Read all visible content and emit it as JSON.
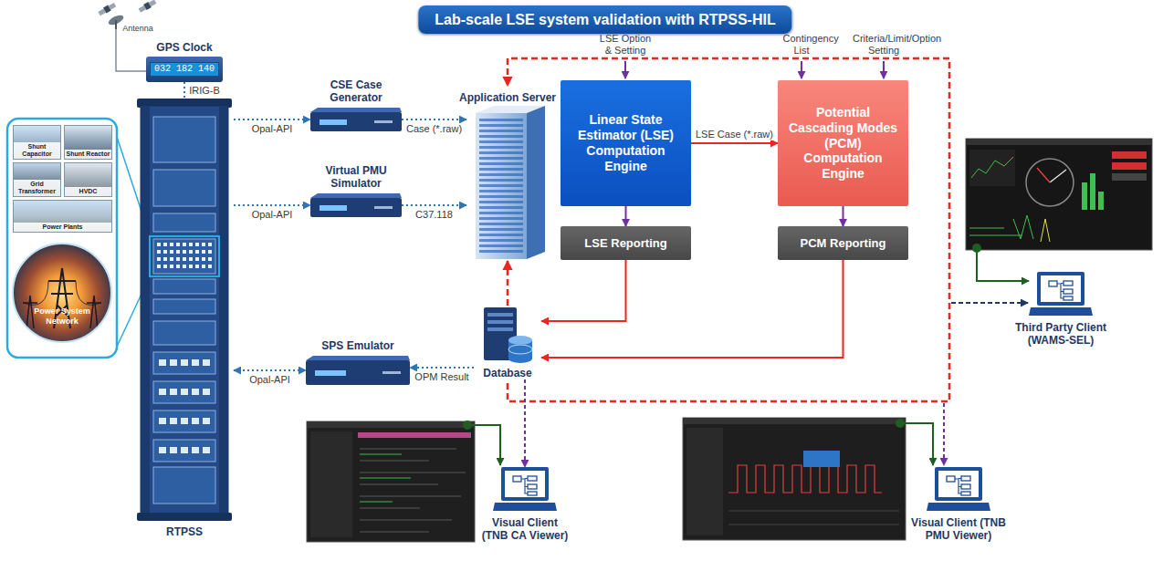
{
  "diagram": {
    "title": "Lab-scale LSE system validation with RTPSS-HIL",
    "nodes": [
      {
        "text": [
          "GPS Clock",
          "032 182 140"
        ]
      },
      {
        "text": [
          "RTPSS"
        ]
      },
      {
        "text": [
          "Shunt Capacitor"
        ]
      },
      {
        "text": [
          "Shunt Reactor"
        ]
      },
      {
        "text": [
          "Grid Transformer"
        ]
      },
      {
        "text": [
          "HVDC"
        ]
      },
      {
        "text": [
          "Power Plants"
        ]
      },
      {
        "text": [
          "Power System Network"
        ]
      },
      {
        "text": [
          "CSE Case Generator"
        ]
      },
      {
        "text": [
          "Virtual PMU Simulator"
        ]
      },
      {
        "text": [
          "SPS Emulator"
        ]
      },
      {
        "text": [
          "Application Server"
        ]
      },
      {
        "text": [
          "Linear State Estimator (LSE) Computation Engine"
        ]
      },
      {
        "text": [
          "LSE Reporting"
        ]
      },
      {
        "text": [
          "Potential Cascading Modes (PCM) Computation Engine"
        ]
      },
      {
        "text": [
          "PCM Reporting"
        ]
      },
      {
        "text": [
          "Database"
        ]
      },
      {
        "text": [
          "Third Party Client (WAMS-SEL)"
        ]
      },
      {
        "text": [
          "Visual Client (TNB CA Viewer)"
        ]
      },
      {
        "text": [
          "Visual Client (TNB PMU Viewer)"
        ]
      }
    ],
    "edges": [
      {
        "from": 0,
        "to": 1,
        "label": "IRIG-B",
        "arrow": "none"
      },
      {
        "from": 1,
        "to": 8,
        "label": "Opal-API",
        "arrow": "to"
      },
      {
        "from": 8,
        "to": 11,
        "label": "Case (*.raw)",
        "arrow": "to"
      },
      {
        "from": 1,
        "to": 9,
        "label": "Opal-API",
        "arrow": "to"
      },
      {
        "from": 9,
        "to": 11,
        "label": "C37.118",
        "arrow": "to"
      },
      {
        "from": 1,
        "to": 10,
        "label": "Opal-API",
        "arrow": "both"
      },
      {
        "from": 16,
        "to": 10,
        "label": "OPM Result",
        "arrow": "to"
      },
      {
        "from": 12,
        "to": 14,
        "label": "LSE Case (*.raw)",
        "arrow": "to"
      },
      {
        "from": 12,
        "to": 13,
        "arrow": "to"
      },
      {
        "from": 14,
        "to": 15,
        "arrow": "to"
      },
      {
        "from": 13,
        "to": 16,
        "arrow": "to"
      },
      {
        "from": 15,
        "to": 16,
        "arrow": "to"
      },
      {
        "from": 16,
        "to": 11,
        "arrow": "to"
      },
      {
        "from": 16,
        "to": 18,
        "arrow": "to"
      }
    ],
    "labels": [
      "Antenna",
      "LSE Option & Setting",
      "Contingency List",
      "Criteria/Limit/Option Setting"
    ]
  }
}
